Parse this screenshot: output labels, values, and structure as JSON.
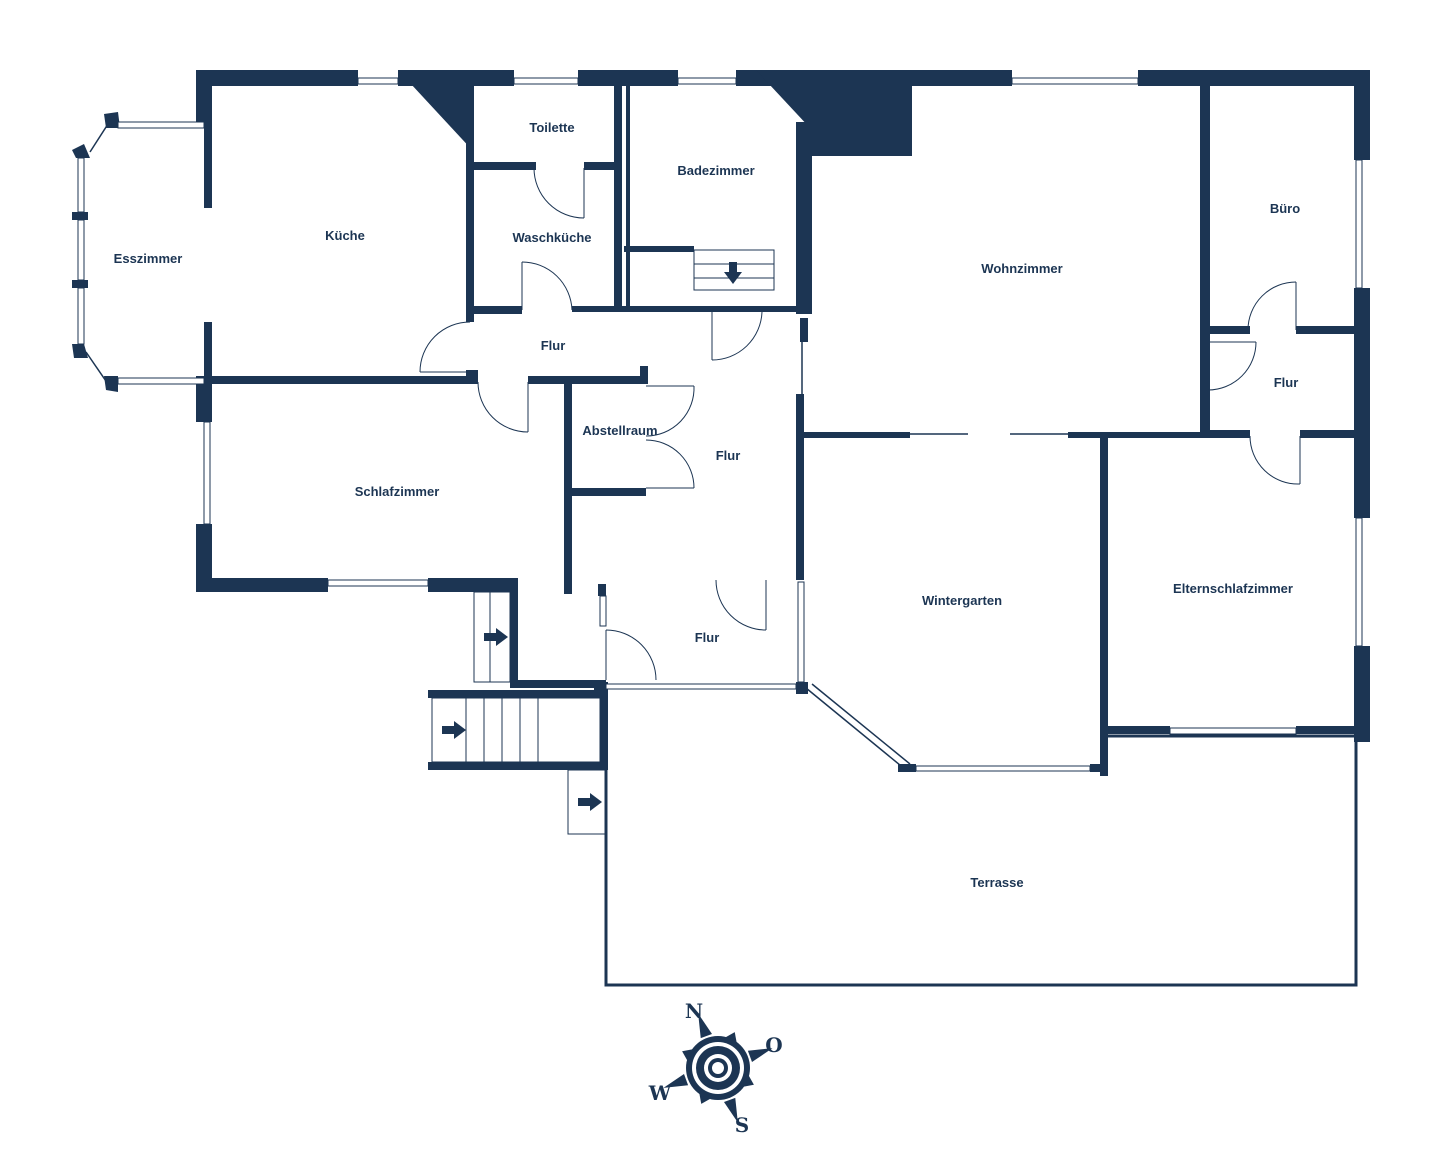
{
  "colors": {
    "wall": "#1c3553",
    "background": "#ffffff"
  },
  "rooms": {
    "esszimmer": "Esszimmer",
    "kueche": "Küche",
    "toilette": "Toilette",
    "waschkueche": "Waschküche",
    "badezimmer": "Badezimmer",
    "wohnzimmer": "Wohnzimmer",
    "buero": "Büro",
    "flur_top": "Flur",
    "flur_right": "Flur",
    "abstellraum": "Abstellraum",
    "flur_center": "Flur",
    "schlafzimmer": "Schlafzimmer",
    "wintergarten": "Wintergarten",
    "elternschlafzimmer": "Elternschlafzimmer",
    "flur_bottom": "Flur",
    "terrasse": "Terrasse"
  },
  "compass": {
    "north": "N",
    "east": "O",
    "south": "S",
    "west": "W",
    "icon": "compass-rose-icon"
  },
  "stairs_icon": "arrow-right-icon"
}
